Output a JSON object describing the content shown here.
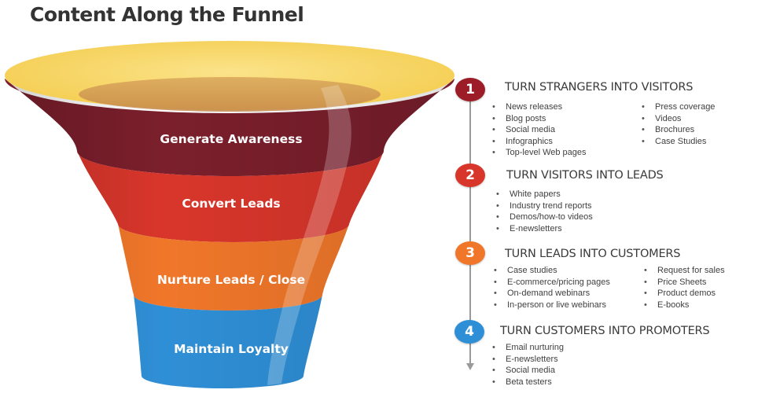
{
  "title": "Content Along the Funnel",
  "funnel": {
    "stages": [
      {
        "label": "Generate Awareness",
        "color": "#7b1f2c"
      },
      {
        "label": "Convert Leads",
        "color": "#d9362b"
      },
      {
        "label": "Nurture Leads / Close",
        "color": "#f0772a"
      },
      {
        "label": "Maintain Loyalty",
        "color": "#2f8fd6"
      }
    ],
    "rim_color": "#f9d769"
  },
  "steps": [
    {
      "number": "1",
      "color": "#9c1d27",
      "heading": "TURN STRANGERS INTO VISITORS",
      "col1": [
        "News releases",
        "Blog posts",
        "Social media",
        "Infographics",
        "Top-level Web pages"
      ],
      "col2": [
        "Press coverage",
        "Videos",
        "Brochures",
        "Case Studies"
      ]
    },
    {
      "number": "2",
      "color": "#d9362b",
      "heading": "TURN VISITORS INTO LEADS",
      "col1": [
        "White papers",
        "Industry trend reports",
        "Demos/how-to  videos",
        "E-newsletters"
      ],
      "col2": []
    },
    {
      "number": "3",
      "color": "#f0772a",
      "heading": "TURN LEADS INTO CUSTOMERS",
      "col1": [
        "Case studies",
        "E-commerce/pricing  pages",
        "On-demand  webinars",
        "In-person or live webinars"
      ],
      "col2": [
        "Request  for sales",
        "Price Sheets",
        "Product demos",
        "E-books"
      ]
    },
    {
      "number": "4",
      "color": "#2f8fd6",
      "heading": "TURN CUSTOMERS INTO PROMOTERS",
      "col1": [
        "Email nurturing",
        "E-newsletters",
        "Social media",
        "Beta testers"
      ],
      "col2": []
    }
  ]
}
